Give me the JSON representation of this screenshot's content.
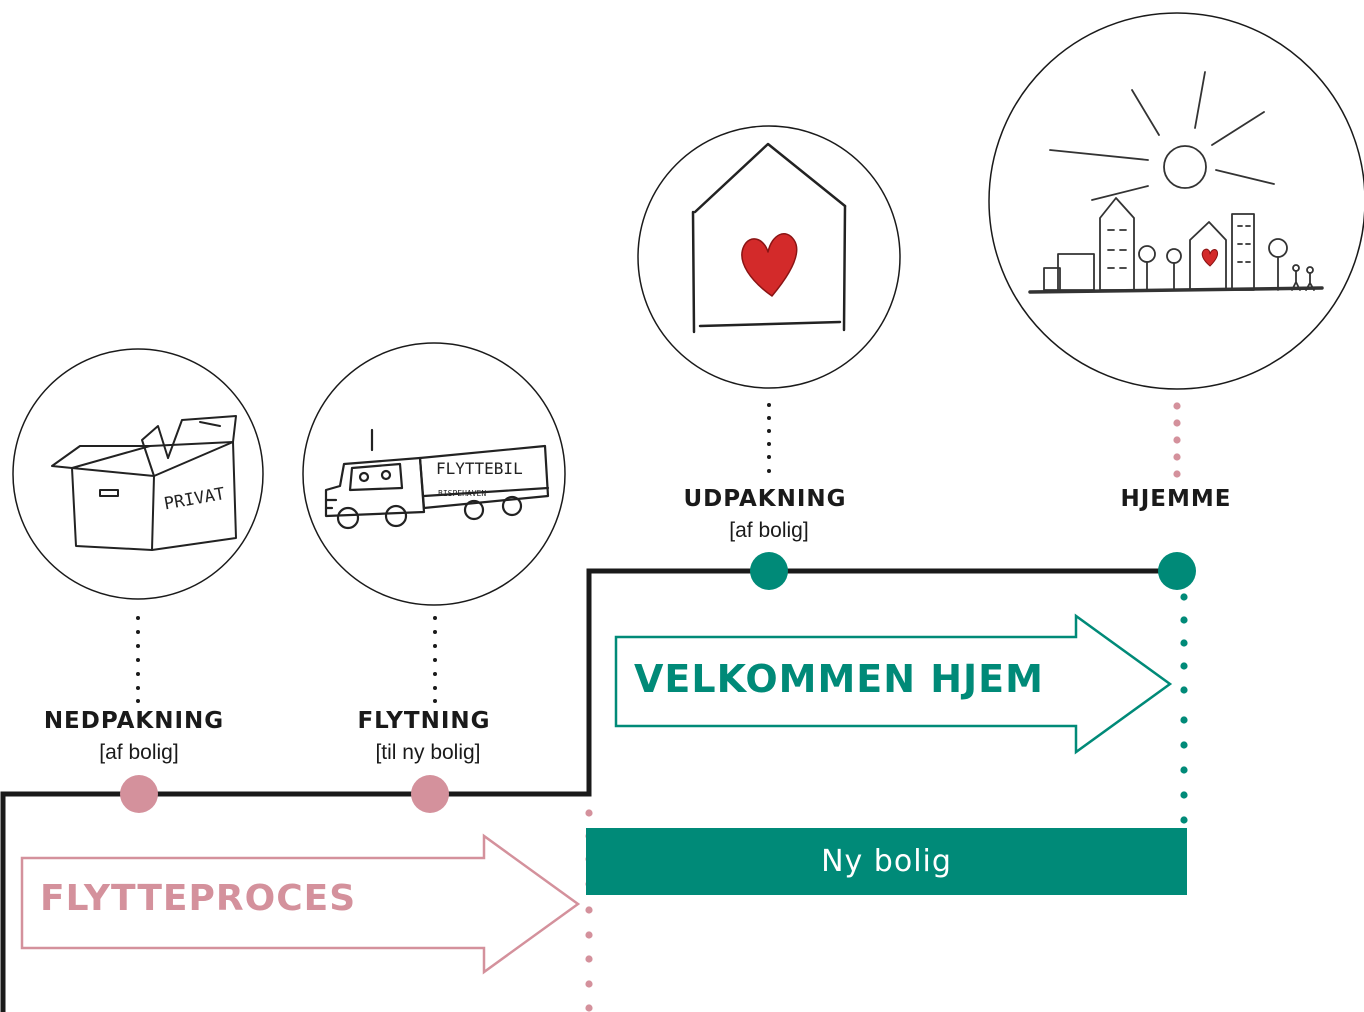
{
  "colors": {
    "pink": "#d4919c",
    "teal": "#008a78",
    "line": "#1a1a1a"
  },
  "stages": [
    {
      "id": "nedpakning",
      "title": "NEDPAKNING",
      "subtitle": "[af bolig]",
      "icon": "moving-box-sketch-icon",
      "sketch_text": "PRIVAT"
    },
    {
      "id": "flytning",
      "title": "FLYTNING",
      "subtitle": "[til ny bolig]",
      "icon": "moving-truck-sketch-icon",
      "sketch_text": "FLYTTEBIL",
      "sketch_subtext": "BISPEHAVEN"
    },
    {
      "id": "udpakning",
      "title": "UDPAKNING",
      "subtitle": "[af bolig]",
      "icon": "house-heart-sketch-icon"
    },
    {
      "id": "hjemme",
      "title": "HJEMME",
      "subtitle": "",
      "icon": "sunny-city-sketch-icon"
    }
  ],
  "arrows": {
    "flytteproces": "FLYTTEPROCES",
    "velkommen": "VELKOMMEN HJEM"
  },
  "bar": {
    "label": "Ny bolig"
  }
}
